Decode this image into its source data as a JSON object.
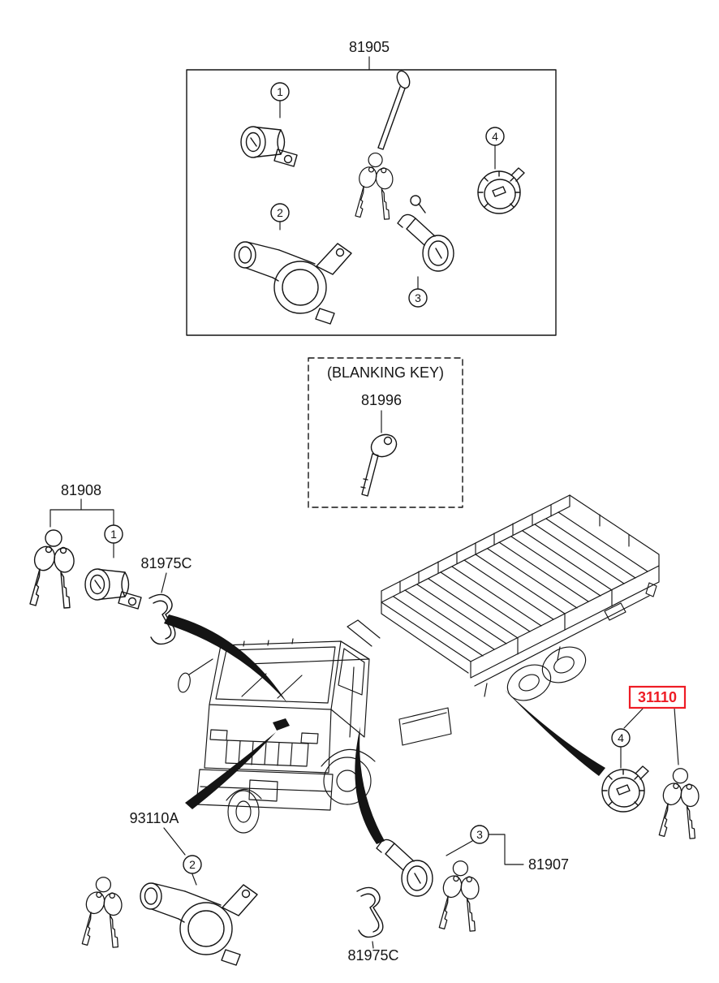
{
  "labels": {
    "p81905": "81905",
    "blanking_caption": "(BLANKING KEY)",
    "p81996": "81996",
    "p81908": "81908",
    "p81975c_upper": "81975C",
    "p93110a": "93110A",
    "p81907": "81907",
    "p81975c_lower": "81975C",
    "p31110": "31110"
  },
  "callouts": {
    "c1": "1",
    "c2": "2",
    "c3": "3",
    "c4": "4"
  },
  "colors": {
    "highlight": "#ee1c25",
    "line": "#141414",
    "background": "#ffffff"
  },
  "selection": {
    "highlighted_part": "31110"
  }
}
